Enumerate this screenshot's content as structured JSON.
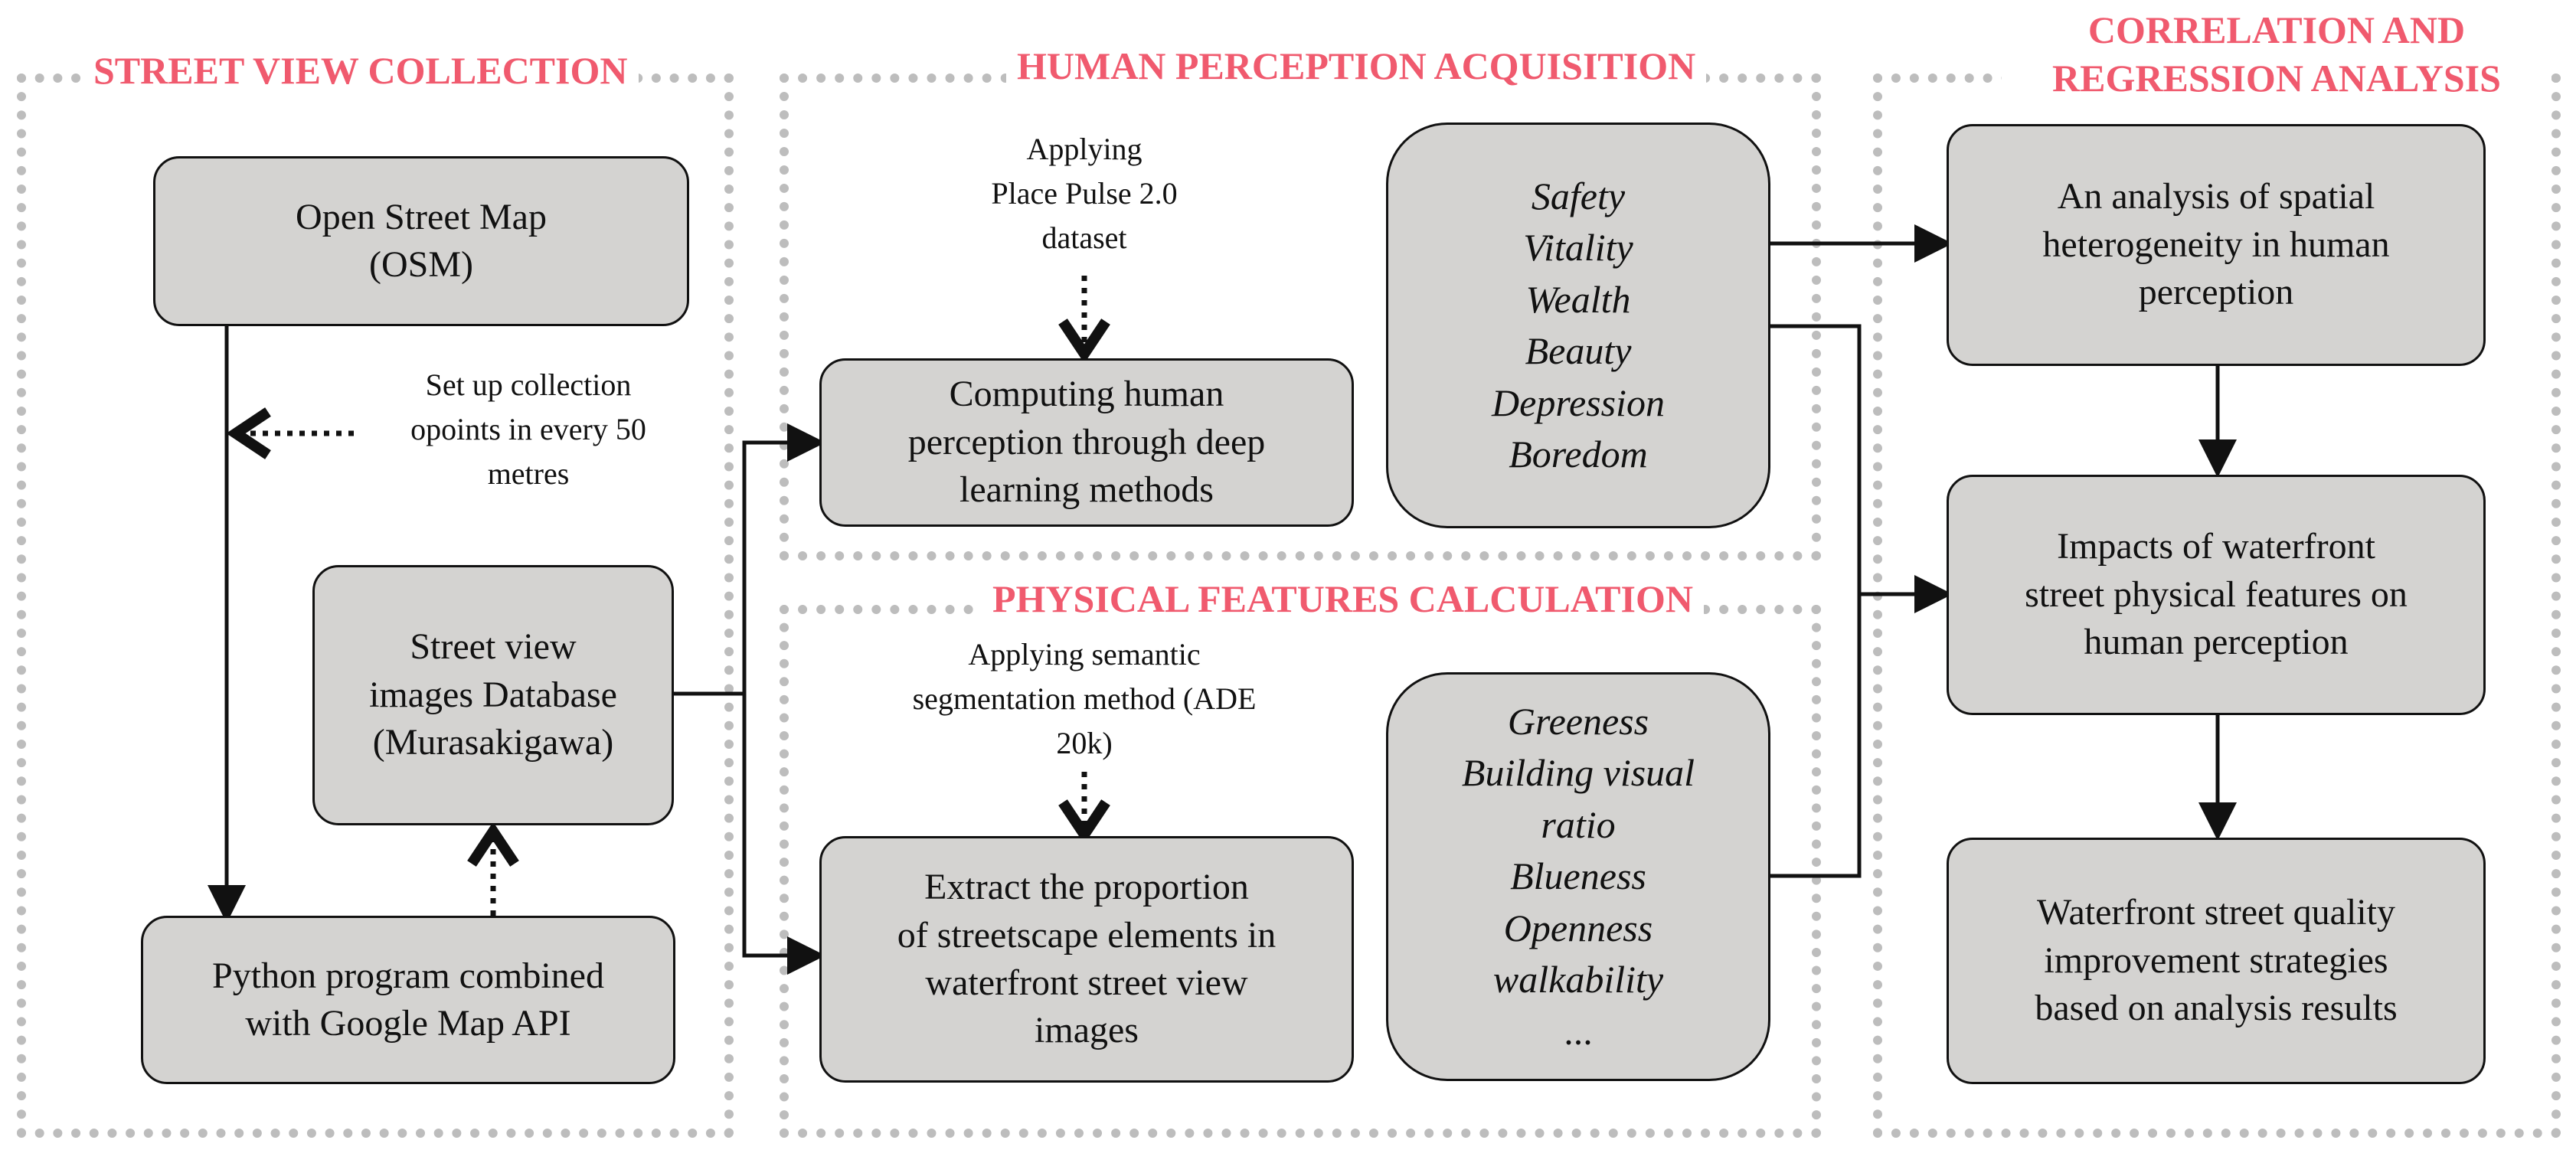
{
  "sections": {
    "street_view": {
      "title": "STREET VIEW COLLECTION"
    },
    "human_perception": {
      "title": "HUMAN PERCEPTION ACQUISITION"
    },
    "physical_features": {
      "title": "PHYSICAL FEATURES CALCULATION"
    },
    "correlation": {
      "title_line1": "CORRELATION AND",
      "title_line2": "REGRESSION ANALYSIS"
    }
  },
  "boxes": {
    "osm": {
      "line1": "Open Street Map",
      "line2": "(OSM)"
    },
    "database": {
      "line1": "Street view",
      "line2": "images Database",
      "line3": "(Murasakigawa)"
    },
    "python": {
      "line1": "Python program combined",
      "line2": "with Google Map API"
    },
    "computing": {
      "line1": "Computing human",
      "line2": "perception through deep",
      "line3": "learning methods"
    },
    "extract": {
      "line1": "Extract the proportion",
      "line2": "of streetscape elements in",
      "line3": "waterfront street view",
      "line4": "images"
    },
    "spatial": {
      "line1": "An analysis of spatial",
      "line2": "heterogeneity in human",
      "line3": "perception"
    },
    "impacts": {
      "line1": "Impacts of waterfront",
      "line2": "street physical features on",
      "line3": "human perception"
    },
    "strategies": {
      "line1": "Waterfront street quality",
      "line2": "improvement strategies",
      "line3": "based on analysis results"
    }
  },
  "perception_items": [
    "Safety",
    "Vitality",
    "Wealth",
    "Beauty",
    "Depression",
    "Boredom"
  ],
  "feature_items": [
    "Greeness",
    "Building visual",
    "ratio",
    "Blueness",
    "Openness",
    "walkability",
    "..."
  ],
  "notes": {
    "setup": {
      "line1": "Set up  collection",
      "line2": "opoints  in  every  50",
      "line3": "metres"
    },
    "place_pulse": {
      "line1": "Applying",
      "line2": "Place Pulse 2.0",
      "line3": "dataset"
    },
    "semantic": {
      "line1": "Applying semantic",
      "line2": "segmentation method (ADE",
      "line3": "20k)"
    }
  },
  "colors": {
    "title": "#f05a6e",
    "box_fill": "#d4d3d1",
    "dotted_border": "#bdbdbd",
    "line": "#111111"
  }
}
